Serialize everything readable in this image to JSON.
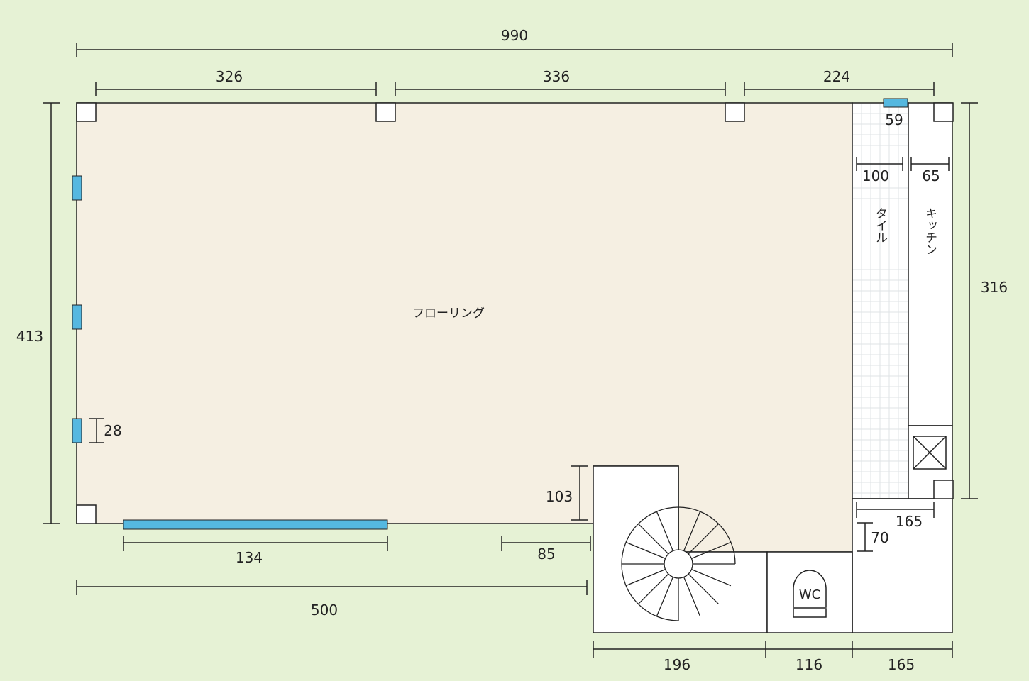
{
  "colors": {
    "background": "#e6f2d5",
    "floor": "#f5efe2",
    "tile": "#ffffff",
    "window": "#55b8e0",
    "line": "#222222"
  },
  "labels": {
    "flooring": "フローリング",
    "tile": "タイル",
    "kitchen": "キッチン",
    "wc": "WC"
  },
  "dimensions": {
    "total_width": "990",
    "span_1": "326",
    "span_2": "336",
    "span_3": "224",
    "total_depth": "413",
    "right_depth": "316",
    "window_top": "59",
    "tile_width": "100",
    "kitchen_width": "65",
    "window_height": "28",
    "stair_offset": "103",
    "sliding_window": "134",
    "stair_gap": "85",
    "front_width": "500",
    "entry_width": "165",
    "entry_offset": "70",
    "stair_room": "196",
    "wc_room": "116",
    "entry_room": "165"
  }
}
